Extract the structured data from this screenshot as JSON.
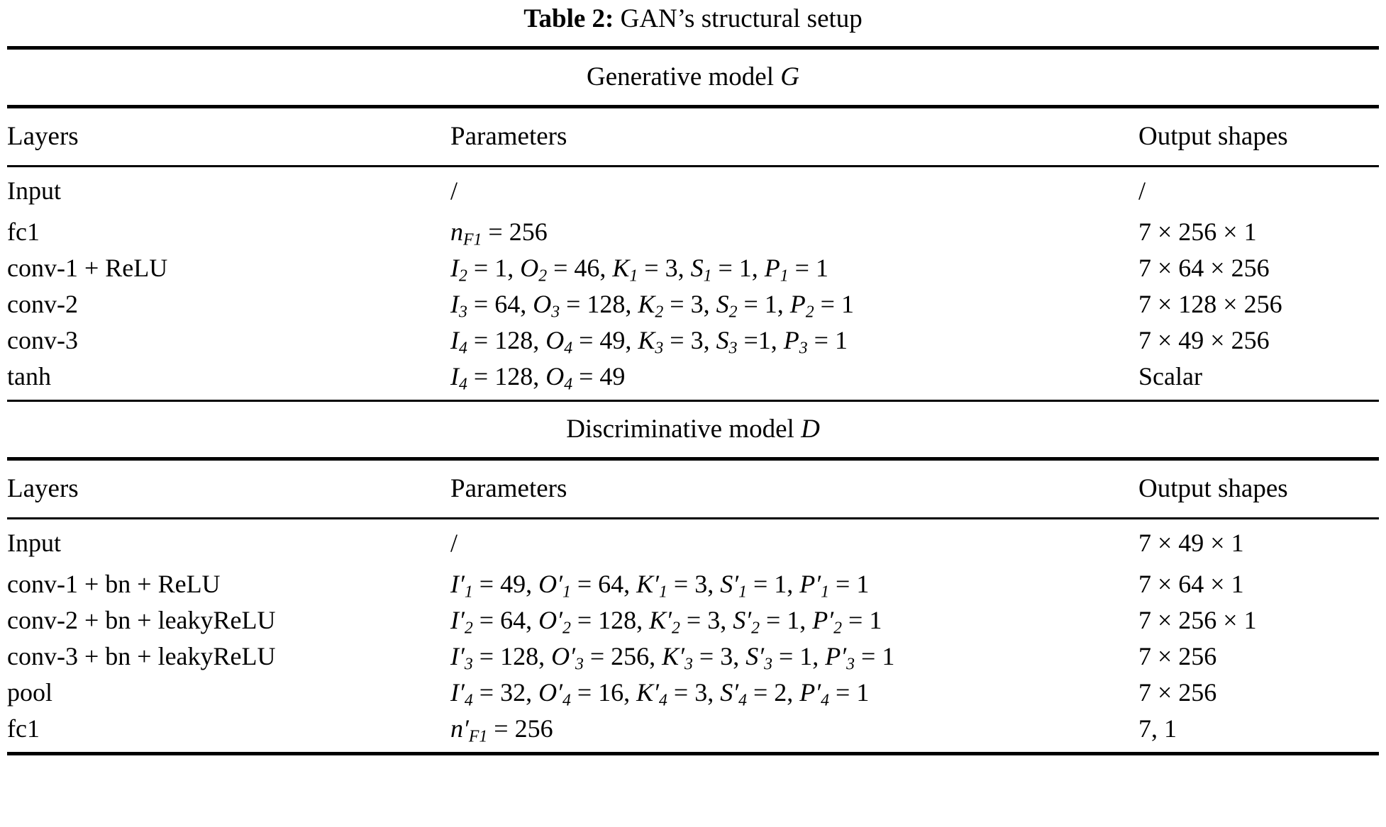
{
  "caption": {
    "label": "Table 2:",
    "text": "GAN’s structural setup"
  },
  "columns": {
    "layers": "Layers",
    "parameters": "Parameters",
    "output_shapes": "Output shapes"
  },
  "sections": [
    {
      "id": "generative",
      "title": "Generative model G",
      "title_plain": "Generative model",
      "title_italic": "G",
      "rows": [
        {
          "layer": "Input",
          "parameters": "/",
          "output": "/"
        },
        {
          "layer": "fc1",
          "parameters": "n_F1 = 256",
          "output": "7 × 256 × 1"
        },
        {
          "layer": "conv-1 + ReLU",
          "parameters": "I_2 = 1, O_2 = 46, K_1 = 3, S_1 = 1, P_1 = 1",
          "output": "7 × 64 × 256"
        },
        {
          "layer": "conv-2",
          "parameters": "I_3 = 64, O_3 = 128, K_2 = 3, S_2 = 1, P_2 = 1",
          "output": "7 × 128 × 256"
        },
        {
          "layer": "conv-3",
          "parameters": "I_4 = 128, O_4 = 49, K_3 = 3, S_3 =1, P_3 = 1",
          "output": "7 × 49 × 256"
        },
        {
          "layer": "tanh",
          "parameters": "I_4 = 128, O_4 = 49",
          "output": "Scalar"
        }
      ]
    },
    {
      "id": "discriminative",
      "title": "Discriminative model D",
      "title_plain": "Discriminative model",
      "title_italic": "D",
      "rows": [
        {
          "layer": "Input",
          "parameters": "/",
          "output": "7 × 49 × 1"
        },
        {
          "layer": "conv-1 + bn + ReLU",
          "parameters": "I′_1 = 49, O′_1 = 64, K′_1 = 3, S′_1 = 1, P′_1 = 1",
          "output": "7 × 64 × 1"
        },
        {
          "layer": "conv-2 + bn + leakyReLU",
          "parameters": "I′_2 = 64, O′_2 = 128, K′_2 = 3, S′_2 = 1, P′_2 = 1",
          "output": "7 × 256 × 1"
        },
        {
          "layer": "conv-3 + bn + leakyReLU",
          "parameters": "I′_3 = 128, O′_3 = 256, K′_3 = 3, S′_3 = 1, P′_3 = 1",
          "output": "7 × 256"
        },
        {
          "layer": "pool",
          "parameters": "I′_4 = 32, O′_4 = 16, K′_4 = 3, S′_4 = 2, P′_4 = 1",
          "output": "7 × 256"
        },
        {
          "layer": "fc1",
          "parameters": "n′_F1 = 256",
          "output": "7, 1"
        }
      ]
    }
  ],
  "math": {
    "g_rows": [
      {
        "terms": []
      },
      {
        "terms": [
          {
            "v": "n",
            "p": false,
            "s": "F1",
            "val": "256",
            "sp": true
          }
        ]
      },
      {
        "terms": [
          {
            "v": "I",
            "p": false,
            "s": "2",
            "val": "1",
            "sp": true
          },
          {
            "v": "O",
            "p": false,
            "s": "2",
            "val": "46",
            "sp": true
          },
          {
            "v": "K",
            "p": false,
            "s": "1",
            "val": "3",
            "sp": true
          },
          {
            "v": "S",
            "p": false,
            "s": "1",
            "val": "1",
            "sp": true
          },
          {
            "v": "P",
            "p": false,
            "s": "1",
            "val": "1",
            "sp": true
          }
        ]
      },
      {
        "terms": [
          {
            "v": "I",
            "p": false,
            "s": "3",
            "val": "64",
            "sp": true
          },
          {
            "v": "O",
            "p": false,
            "s": "3",
            "val": "128",
            "sp": true
          },
          {
            "v": "K",
            "p": false,
            "s": "2",
            "val": "3",
            "sp": true
          },
          {
            "v": "S",
            "p": false,
            "s": "2",
            "val": "1",
            "sp": true
          },
          {
            "v": "P",
            "p": false,
            "s": "2",
            "val": "1",
            "sp": true
          }
        ]
      },
      {
        "terms": [
          {
            "v": "I",
            "p": false,
            "s": "4",
            "val": "128",
            "sp": true
          },
          {
            "v": "O",
            "p": false,
            "s": "4",
            "val": "49",
            "sp": true
          },
          {
            "v": "K",
            "p": false,
            "s": "3",
            "val": "3",
            "sp": true
          },
          {
            "v": "S",
            "p": false,
            "s": "3",
            "val": "1",
            "sp": false
          },
          {
            "v": "P",
            "p": false,
            "s": "3",
            "val": "1",
            "sp": true
          }
        ]
      },
      {
        "terms": [
          {
            "v": "I",
            "p": false,
            "s": "4",
            "val": "128",
            "sp": true
          },
          {
            "v": "O",
            "p": false,
            "s": "4",
            "val": "49",
            "sp": true
          }
        ]
      }
    ],
    "d_rows": [
      {
        "terms": []
      },
      {
        "terms": [
          {
            "v": "I",
            "p": true,
            "s": "1",
            "val": "49",
            "sp": true
          },
          {
            "v": "O",
            "p": true,
            "s": "1",
            "val": "64",
            "sp": true
          },
          {
            "v": "K",
            "p": true,
            "s": "1",
            "val": "3",
            "sp": true
          },
          {
            "v": "S",
            "p": true,
            "s": "1",
            "val": "1",
            "sp": true
          },
          {
            "v": "P",
            "p": true,
            "s": "1",
            "val": "1",
            "sp": true
          }
        ]
      },
      {
        "terms": [
          {
            "v": "I",
            "p": true,
            "s": "2",
            "val": "64",
            "sp": true
          },
          {
            "v": "O",
            "p": true,
            "s": "2",
            "val": "128",
            "sp": true
          },
          {
            "v": "K",
            "p": true,
            "s": "2",
            "val": "3",
            "sp": true
          },
          {
            "v": "S",
            "p": true,
            "s": "2",
            "val": "1",
            "sp": true
          },
          {
            "v": "P",
            "p": true,
            "s": "2",
            "val": "1",
            "sp": true
          }
        ]
      },
      {
        "terms": [
          {
            "v": "I",
            "p": true,
            "s": "3",
            "val": "128",
            "sp": true
          },
          {
            "v": "O",
            "p": true,
            "s": "3",
            "val": "256",
            "sp": true
          },
          {
            "v": "K",
            "p": true,
            "s": "3",
            "val": "3",
            "sp": true
          },
          {
            "v": "S",
            "p": true,
            "s": "3",
            "val": "1",
            "sp": true
          },
          {
            "v": "P",
            "p": true,
            "s": "3",
            "val": "1",
            "sp": true
          }
        ]
      },
      {
        "terms": [
          {
            "v": "I",
            "p": true,
            "s": "4",
            "val": "32",
            "sp": true
          },
          {
            "v": "O",
            "p": true,
            "s": "4",
            "val": "16",
            "sp": true
          },
          {
            "v": "K",
            "p": true,
            "s": "4",
            "val": "3",
            "sp": true
          },
          {
            "v": "S",
            "p": true,
            "s": "4",
            "val": "2",
            "sp": true
          },
          {
            "v": "P",
            "p": true,
            "s": "4",
            "val": "1",
            "sp": true
          }
        ]
      },
      {
        "terms": [
          {
            "v": "n",
            "p": true,
            "s": "F1",
            "val": "256",
            "sp": true
          }
        ]
      }
    ]
  },
  "slash": "/",
  "colors": {
    "text": "#000000",
    "rule": "#000000",
    "background": "#ffffff"
  }
}
